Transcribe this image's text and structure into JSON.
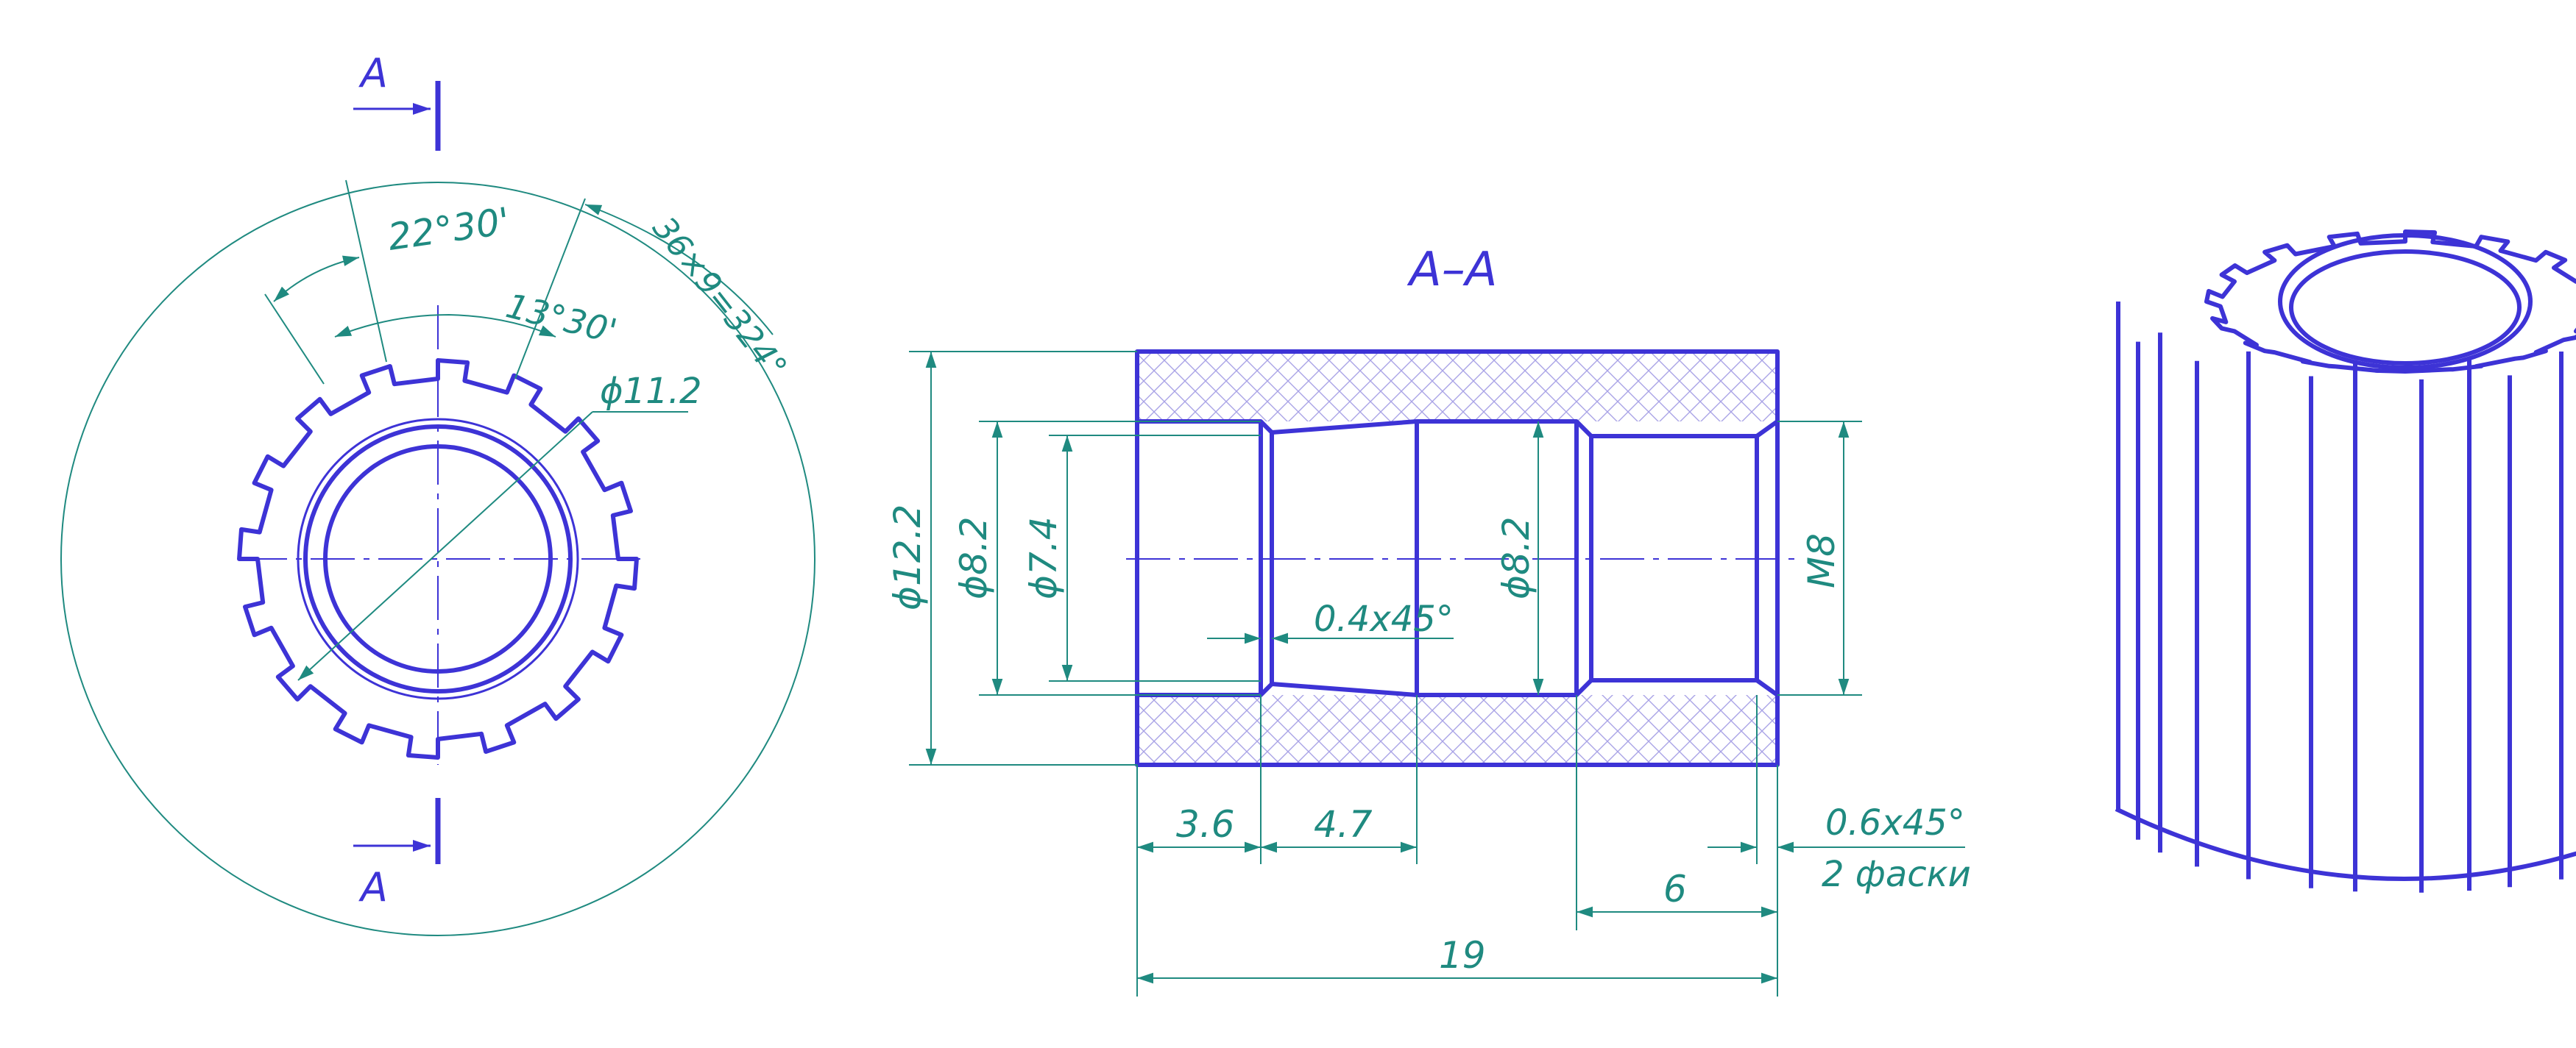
{
  "colors": {
    "outline": "#3d33d6",
    "dimension": "#1f8a80",
    "background": "#ffffff"
  },
  "front_view": {
    "section_mark_top": "A",
    "section_mark_bottom": "A",
    "angle_outer": "22°30'",
    "angle_inner": "13°30'",
    "angle_total": "36×9=324°",
    "diameter": "ϕ11.2"
  },
  "section_view": {
    "title": "A–A",
    "diam_outer": "ϕ12.2",
    "diam_bore_left": "ϕ8.2",
    "diam_bore_min": "ϕ7.4",
    "diam_bore_mid": "ϕ8.2",
    "thread": "M8",
    "chamfer_inner": "0.4x45°",
    "chamfer_outer": "0.6x45°",
    "chamfer_note": "2 фаски",
    "len_a": "3.6",
    "len_b": "4.7",
    "len_thread": "6",
    "len_total": "19"
  }
}
